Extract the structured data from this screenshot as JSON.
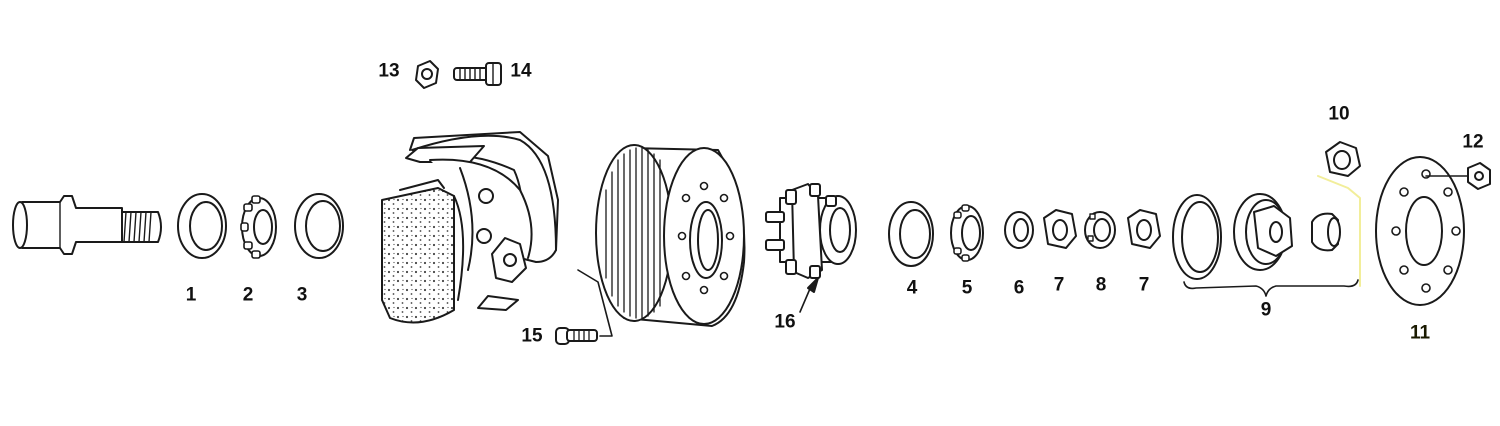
{
  "diagram": {
    "labels": {
      "p1": "1",
      "p2": "2",
      "p3": "3",
      "p4": "4",
      "p5": "5",
      "p6": "6",
      "p7a": "7",
      "p8": "8",
      "p7b": "7",
      "p9": "9",
      "p10": "10",
      "p11": "11",
      "p12": "12",
      "p13": "13",
      "p14": "14",
      "p15": "15",
      "p16": "16"
    },
    "colors": {
      "line": "#1a1a1a",
      "fill": "#ffffff",
      "shade": "#d9d9d9",
      "dot": "#444444",
      "highlight_bracket": "#f2ee9a"
    }
  }
}
